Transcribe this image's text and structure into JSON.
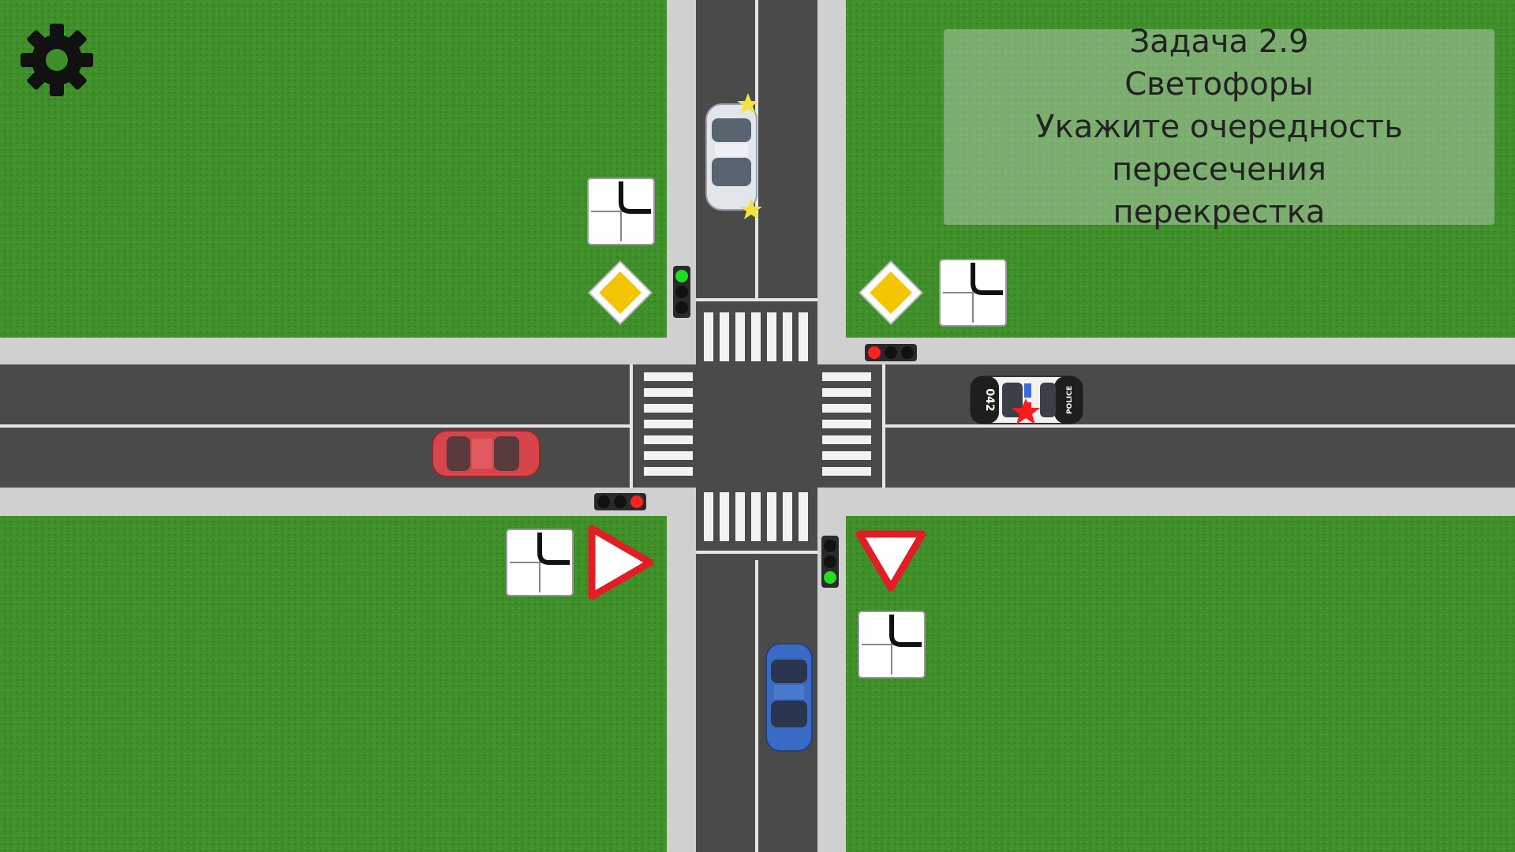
{
  "task": {
    "number": "Задача 2.9",
    "topic": "Светофоры",
    "instruction_line1": "Укажите очередность пересечения",
    "instruction_line2": "перекрестка"
  },
  "icons": {
    "settings": "gear-icon"
  },
  "vehicles": [
    {
      "id": "white-car",
      "color": "#e2e5ea",
      "heading": "south",
      "flashing": true
    },
    {
      "id": "police-car",
      "color": "#1e1e1e",
      "heading": "west",
      "siren": true,
      "plate": "042",
      "label": "POLICE"
    },
    {
      "id": "red-car",
      "color": "#d7454b",
      "heading": "east"
    },
    {
      "id": "blue-car",
      "color": "#3a6bc4",
      "heading": "north"
    }
  ],
  "traffic_lights": {
    "north": "green",
    "east": "red",
    "west": "red",
    "south": "green"
  },
  "signs": {
    "north": [
      "priority-road-sign",
      "main-road-direction-plate"
    ],
    "east": [
      "priority-road-sign",
      "main-road-direction-plate"
    ],
    "west": [
      "give-way-sign",
      "main-road-direction-plate"
    ],
    "south": [
      "give-way-sign",
      "main-road-direction-plate"
    ]
  },
  "colors": {
    "grass": "#3f8f2a",
    "asphalt": "#4a4a4a",
    "sidewalk": "#cfcfcf",
    "light_red": "#ff2020",
    "light_green": "#22dd22",
    "sign_yellow": "#f5c400",
    "sign_red": "#e21d24"
  }
}
